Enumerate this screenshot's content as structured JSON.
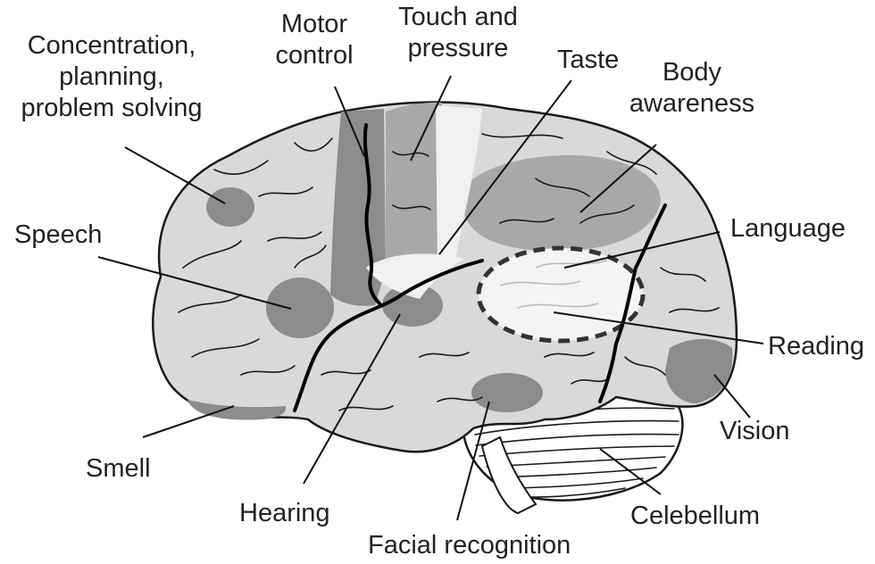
{
  "labels": {
    "concentration": [
      "Concentration,",
      "planning,",
      "problem solving"
    ],
    "motor": [
      "Motor",
      "control"
    ],
    "touch": [
      "Touch and",
      "pressure"
    ],
    "taste": "Taste",
    "body": [
      "Body",
      "awareness"
    ],
    "speech": "Speech",
    "language": "Language",
    "reading": "Reading",
    "vision": "Vision",
    "smell": "Smell",
    "hearing": "Hearing",
    "cerebellum": "Celebellum",
    "facial": "Facial recognition"
  },
  "colors": {
    "background": "#ffffff",
    "brain_base": "#d9d9d9",
    "region_dark": "#8c8c8c",
    "region_medium": "#a8a8a8",
    "region_light": "#f0f0f0",
    "outline": "#1a1a1a"
  }
}
